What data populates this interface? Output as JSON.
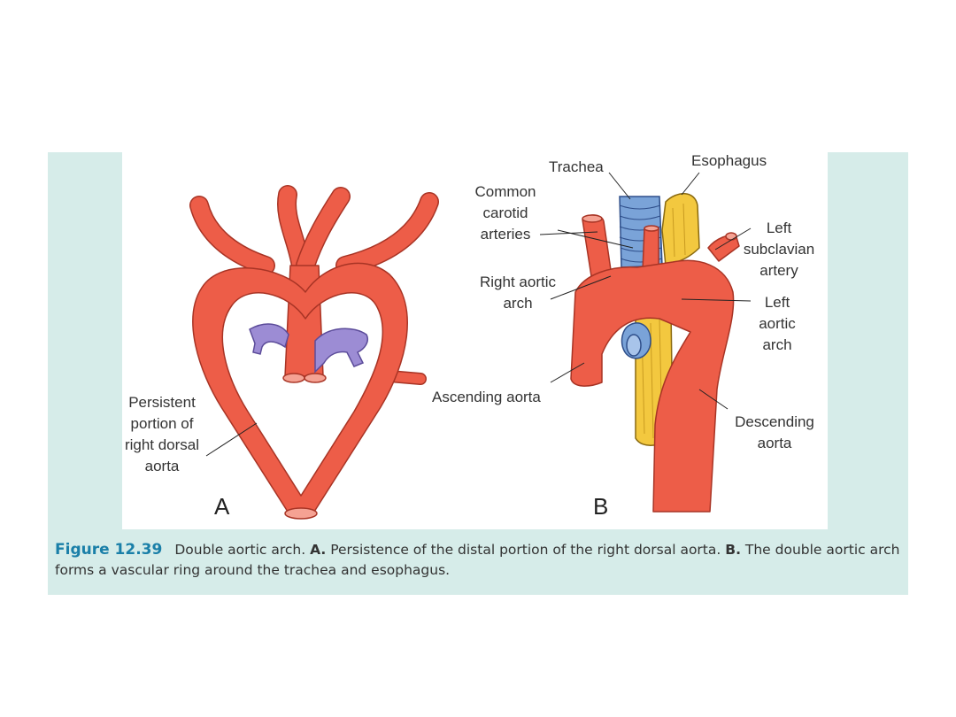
{
  "colors": {
    "artery": "#ed5d48",
    "artery_stroke": "#a83425",
    "trachea": "#7aa3d8",
    "esophagus": "#f3c83f",
    "purple": "#9c8cd4",
    "panel_bg": "#d6ece9",
    "caption_accent": "#1a7fa8"
  },
  "panel_a": {
    "letter": "A",
    "label_persistent": "Persistent\nportion of\nright dorsal\naorta"
  },
  "panel_b": {
    "letter": "B",
    "label_trachea": "Trachea",
    "label_esophagus": "Esophagus",
    "label_common_carotid": "Common\ncarotid\narteries",
    "label_left_subclavian": "Left\nsubclavian\nartery",
    "label_right_aortic_arch": "Right aortic\narch",
    "label_left_aortic_arch": "Left\naortic\narch",
    "label_ascending_aorta": "Ascending aorta",
    "label_descending_aorta": "Descending\naorta"
  },
  "caption": {
    "figure_number": "Figure 12.39",
    "title": "Double aortic arch.",
    "a_marker": "A.",
    "a_text": "Persistence of the distal portion of the right dorsal aorta.",
    "b_marker": "B.",
    "b_text": "The double aortic arch forms a vascular ring around the trachea and esophagus."
  }
}
